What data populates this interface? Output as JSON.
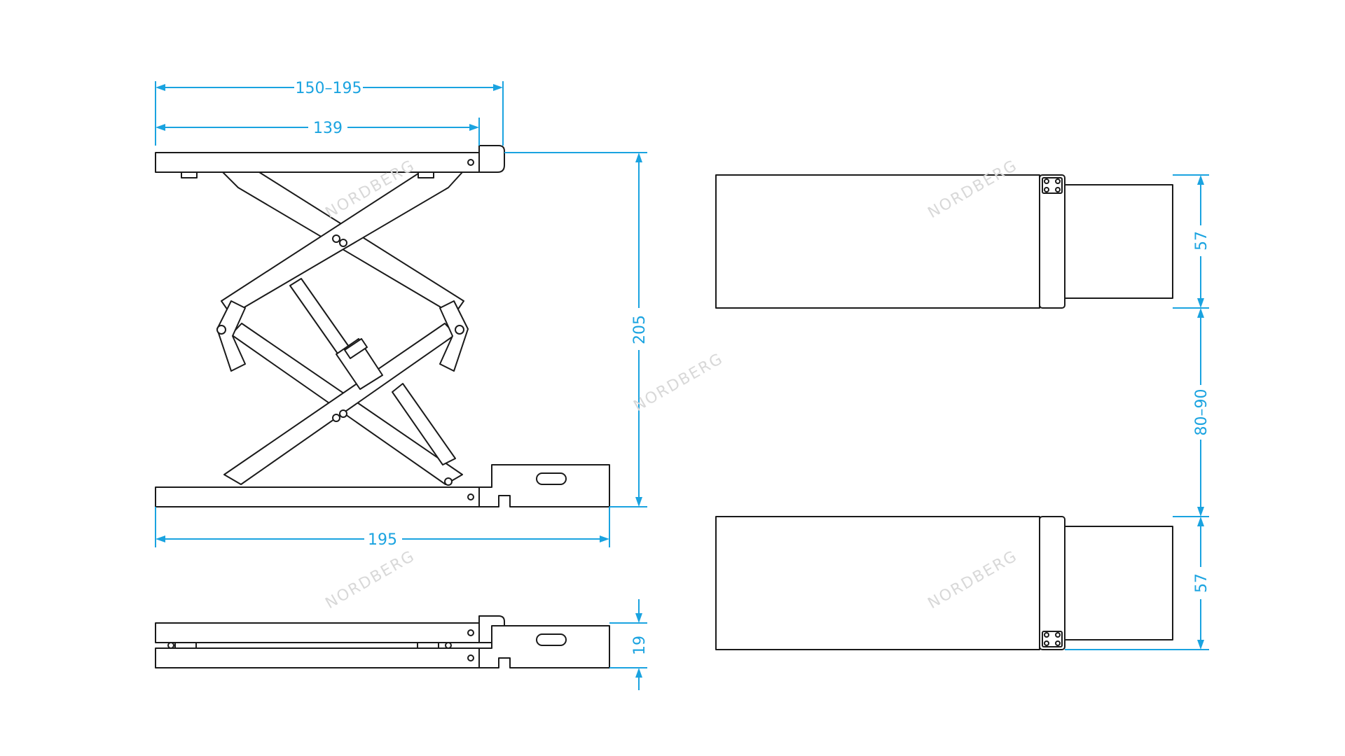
{
  "colors": {
    "dimension": "#1aa3e0",
    "line": "#1a1a1a",
    "watermark": "#d8d8d8",
    "background": "#ffffff"
  },
  "watermark": "NORDBERG",
  "dimensions": {
    "top_width_range": "150–195",
    "platform_length": "139",
    "lift_height": "205",
    "base_length": "195",
    "folded_height": "19",
    "track_width_top": "57",
    "track_gap": "80–90",
    "track_width_bottom": "57"
  }
}
